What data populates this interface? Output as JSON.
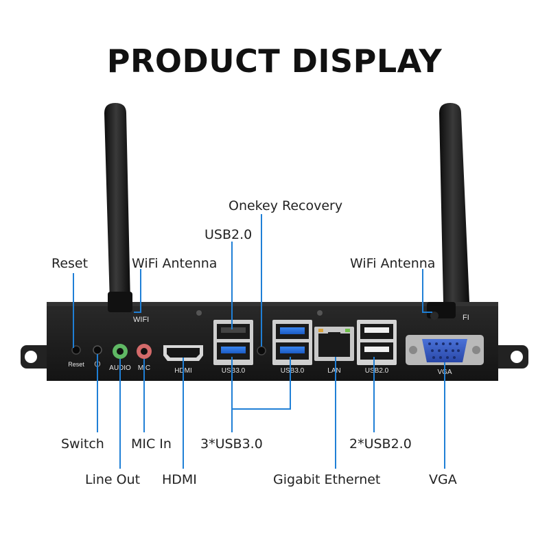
{
  "title": "PRODUCT DISPLAY",
  "panel": {
    "left_antenna_mark": "WIFI",
    "right_antenna_mark": "FI",
    "port_labels": {
      "reset": "Reset",
      "power": "⏻",
      "audio": "AUDIO",
      "mic": "MIC",
      "hdmi": "HDMI",
      "usb3_a": "USB3.0",
      "usb3_b": "USB3.0",
      "lan": "LAN",
      "usb2": "USB2.0",
      "vga": "VGA"
    }
  },
  "callouts": {
    "onekey_recovery": "Onekey Recovery",
    "usb2_top": "USB2.0",
    "reset": "Reset",
    "wifi_antenna_left": "WiFi Antenna",
    "wifi_antenna_right": "WiFi Antenna",
    "switch": "Switch",
    "mic_in": "MIC In",
    "usb3_group": "3*USB3.0",
    "usb2_group": "2*USB2.0",
    "line_out": "Line Out",
    "hdmi": "HDMI",
    "gigabit_ethernet": "Gigabit Ethernet",
    "vga": "VGA"
  },
  "colors": {
    "leader": "#1f7fd6",
    "chassis": "#1c1c1c",
    "usb3_blue": "#2a6fd6"
  }
}
